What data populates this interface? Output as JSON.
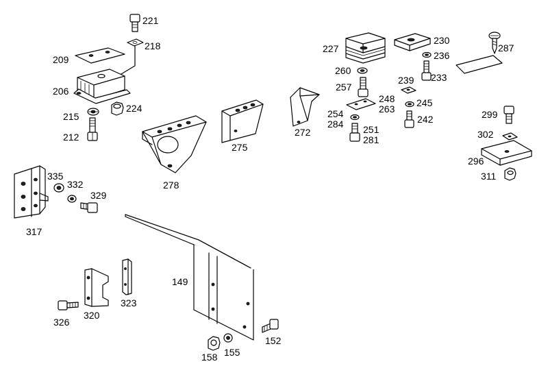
{
  "labels": {
    "p221": "221",
    "p218": "218",
    "p209": "209",
    "p206": "206",
    "p215": "215",
    "p224": "224",
    "p212": "212",
    "p278": "278",
    "p275": "275",
    "p272": "272",
    "p227": "227",
    "p230": "230",
    "p236": "236",
    "p287": "287",
    "p260": "260",
    "p233": "233",
    "p239": "239",
    "p257": "257",
    "p248": "248",
    "p263": "263",
    "p245": "245",
    "p254": "254",
    "p284": "284",
    "p251": "251",
    "p281": "281",
    "p242": "242",
    "p299": "299",
    "p302": "302",
    "p296": "296",
    "p311": "311",
    "p335": "335",
    "p332": "332",
    "p329": "329",
    "p317": "317",
    "p149": "149",
    "p320": "320",
    "p323": "323",
    "p326": "326",
    "p152": "152",
    "p158": "158",
    "p155": "155"
  }
}
